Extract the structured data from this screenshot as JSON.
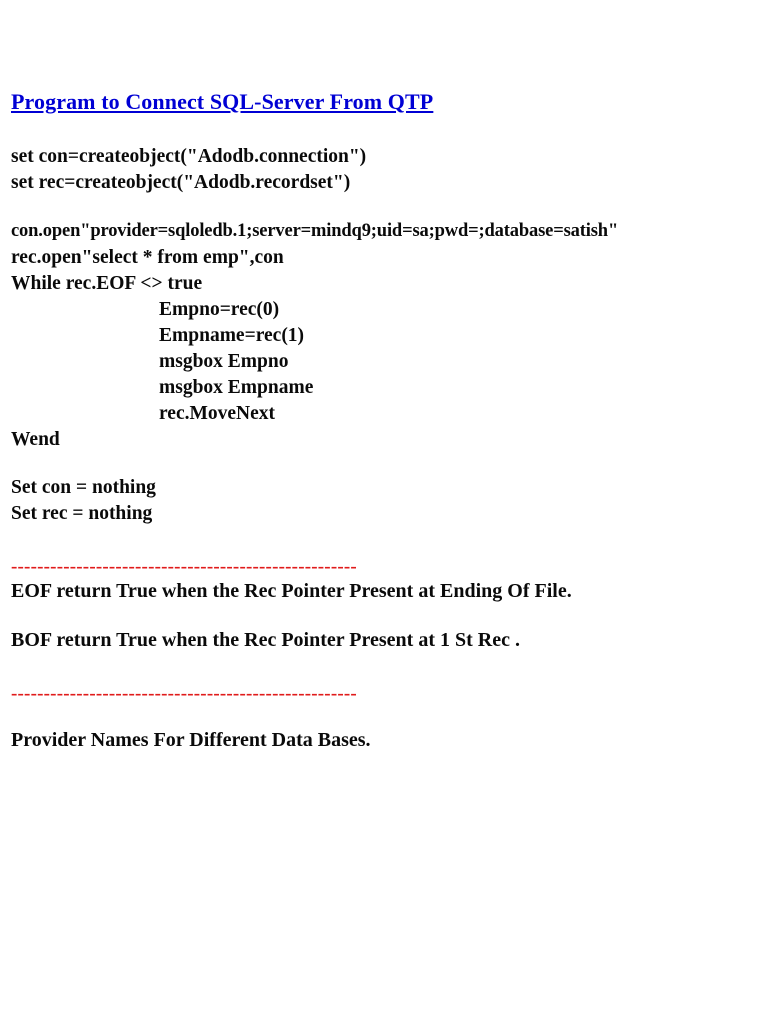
{
  "document": {
    "title": "Program to Connect SQL-Server From QTP",
    "title_color": "#0000d4",
    "separator_color": "#e01b1b",
    "background_color": "#ffffff",
    "text_color": "#000000",
    "code_block": {
      "lines": [
        {
          "text": "set con=createobject(\"Adodb.connection\")",
          "indent": false
        },
        {
          "text": "set rec=createobject(\"Adodb.recordset\")",
          "indent": false
        }
      ]
    },
    "code_block_2": {
      "lines": [
        {
          "text": "con.open\"provider=sqloledb.1;server=mindq9;uid=sa;pwd=;database=satish\"",
          "indent": false
        },
        {
          "text": "rec.open\"select * from emp\",con",
          "indent": false
        },
        {
          "text": "While rec.EOF <> true",
          "indent": false
        },
        {
          "text": "Empno=rec(0)",
          "indent": true
        },
        {
          "text": "Empname=rec(1)",
          "indent": true
        },
        {
          "text": "msgbox Empno",
          "indent": true
        },
        {
          "text": "msgbox Empname",
          "indent": true
        },
        {
          "text": "rec.MoveNext",
          "indent": true
        },
        {
          "text": "Wend",
          "indent": false
        }
      ]
    },
    "code_block_3": {
      "lines": [
        {
          "text": "Set con = nothing",
          "indent": false
        },
        {
          "text": "Set rec = nothing",
          "indent": false
        }
      ]
    },
    "separator_1": "-----------------------------------------------------",
    "note_eof": "EOF return True when the Rec Pointer Present at Ending Of File.",
    "note_bof": "BOF return True when the Rec Pointer Present at 1 St Rec .",
    "separator_2": "-----------------------------------------------------",
    "footer_heading": "Provider Names For Different Data Bases."
  }
}
